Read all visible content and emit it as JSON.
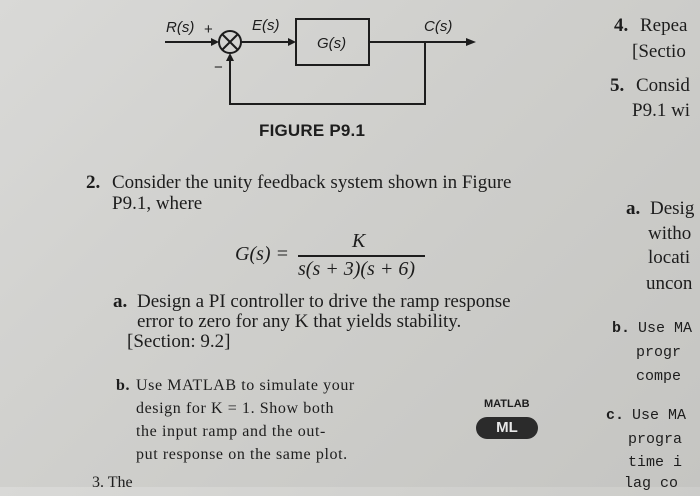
{
  "block_diagram": {
    "input_label": "R(s)",
    "plus_sign": "+",
    "minus_sign": "−",
    "error_label": "E(s)",
    "plant_label": "G(s)",
    "output_label": "C(s)"
  },
  "figure_caption": "FIGURE P9.1",
  "problem_2": {
    "number": "2.",
    "intro_line1": "Consider the unity feedback system shown in Figure",
    "intro_line2": "P9.1, where",
    "equation": {
      "lhs": "G(s) =",
      "numerator": "K",
      "denominator": "s(s + 3)(s + 6)"
    },
    "part_a": {
      "label": "a.",
      "line1": "Design a PI controller to drive the ramp response",
      "line2": "error to zero for any K that yields stability.",
      "line3": "[Section: 9.2]"
    },
    "part_b": {
      "label": "b.",
      "line1": "Use MATLAB to simulate your",
      "line2": "design for K = 1. Show both",
      "line3": "the input ramp and the out-",
      "line4": "put response on the same plot."
    },
    "matlab_label": "MATLAB",
    "ml_badge": "ML"
  },
  "next_problem_fragment": "3. The",
  "right_column": {
    "item_4_number": "4.",
    "item_4_line1": "Repea",
    "item_4_line2": "[Sectio",
    "item_5_number": "5.",
    "item_5_line1": "Consid",
    "item_5_line2": "P9.1 wi",
    "part_a_label": "a.",
    "part_a_line1": "Desig",
    "part_a_line2": "witho",
    "part_a_line3": "locati",
    "part_a_line4": "uncon",
    "part_b_label": "b.",
    "part_b_line1": "Use MA",
    "part_b_line2": "progr",
    "part_b_line3": "compe",
    "part_c_label": "c.",
    "part_c_line1": "Use MA",
    "part_c_line2": "progra",
    "part_c_line3": "time i",
    "part_c_line4": "lag co"
  },
  "colors": {
    "page": "#d2d2cf",
    "ink": "#1d1d1d",
    "badge": "#2b2b2b"
  }
}
